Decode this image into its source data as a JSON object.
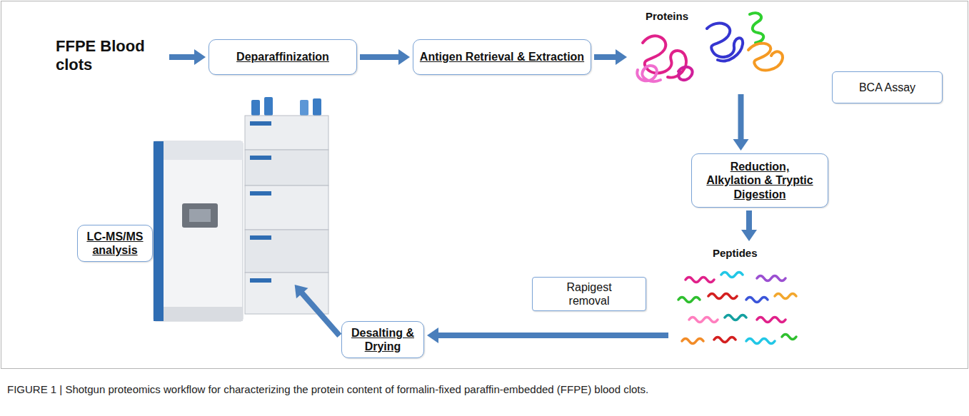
{
  "diagram": {
    "caption": "FIGURE 1 | Shotgun proteomics workflow for characterizing the protein content of formalin-fixed paraffin-embedded (FFPE) blood clots.",
    "nodes": [
      {
        "text": [
          "FFPE Blood clots"
        ]
      },
      {
        "text": [
          "Deparaffinization"
        ]
      },
      {
        "text": [
          "Antigen Retrieval & Extraction"
        ]
      },
      {
        "text": [
          "Proteins"
        ]
      },
      {
        "text": [
          "BCA Assay"
        ]
      },
      {
        "text": [
          "Reduction, Alkylation & Tryptic Digestion"
        ]
      },
      {
        "text": [
          "Peptides"
        ]
      },
      {
        "text": [
          "Rapigest removal"
        ]
      },
      {
        "text": [
          "Desalting & Drying"
        ]
      },
      {
        "text": [
          "LC-MS/MS analysis"
        ]
      }
    ],
    "edges": [
      {
        "from": 0,
        "to": 1,
        "arrow": "to"
      },
      {
        "from": 1,
        "to": 2,
        "arrow": "to"
      },
      {
        "from": 2,
        "to": 3,
        "arrow": "to"
      },
      {
        "from": 3,
        "to": 5,
        "arrow": "to"
      },
      {
        "from": 5,
        "to": 6,
        "arrow": "to"
      },
      {
        "from": 6,
        "to": 8,
        "arrow": "to"
      },
      {
        "from": 8,
        "to": 9,
        "arrow": "to"
      }
    ]
  }
}
